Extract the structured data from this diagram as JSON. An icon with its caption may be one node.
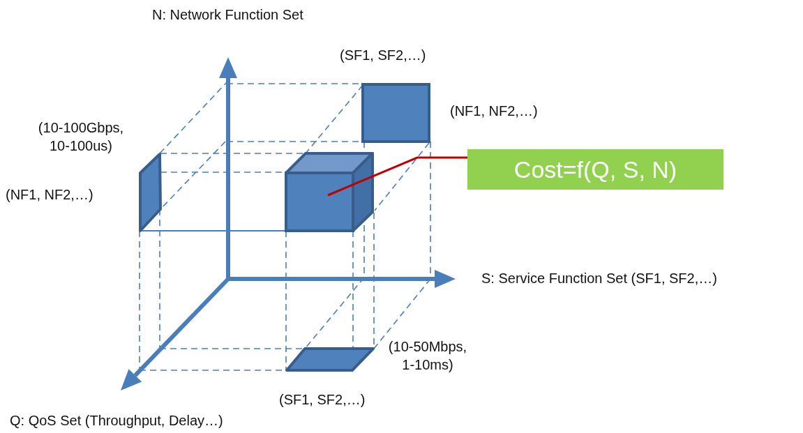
{
  "diagram": {
    "nodes": [
      {
        "text": [],
        "shape": "box"
      },
      {
        "text": [
          "Cost=f(Q, S, N)"
        ]
      }
    ],
    "edges": [
      {
        "from": 1,
        "to": 0,
        "arrow": "none",
        "color": "#c00000"
      }
    ],
    "labels": [
      "N: Network Function Set",
      "(SF1, SF2,…)",
      "(NF1, NF2,…)",
      "(10-100Gbps, 10-100us)",
      "(NF1, NF2,…)",
      "S: Service Function Set (SF1, SF2,…)",
      "(10-50Mbps, 1-10ms)",
      "(SF1, SF2,…)",
      "Q: QoS Set (Throughput, Delay…)"
    ]
  }
}
